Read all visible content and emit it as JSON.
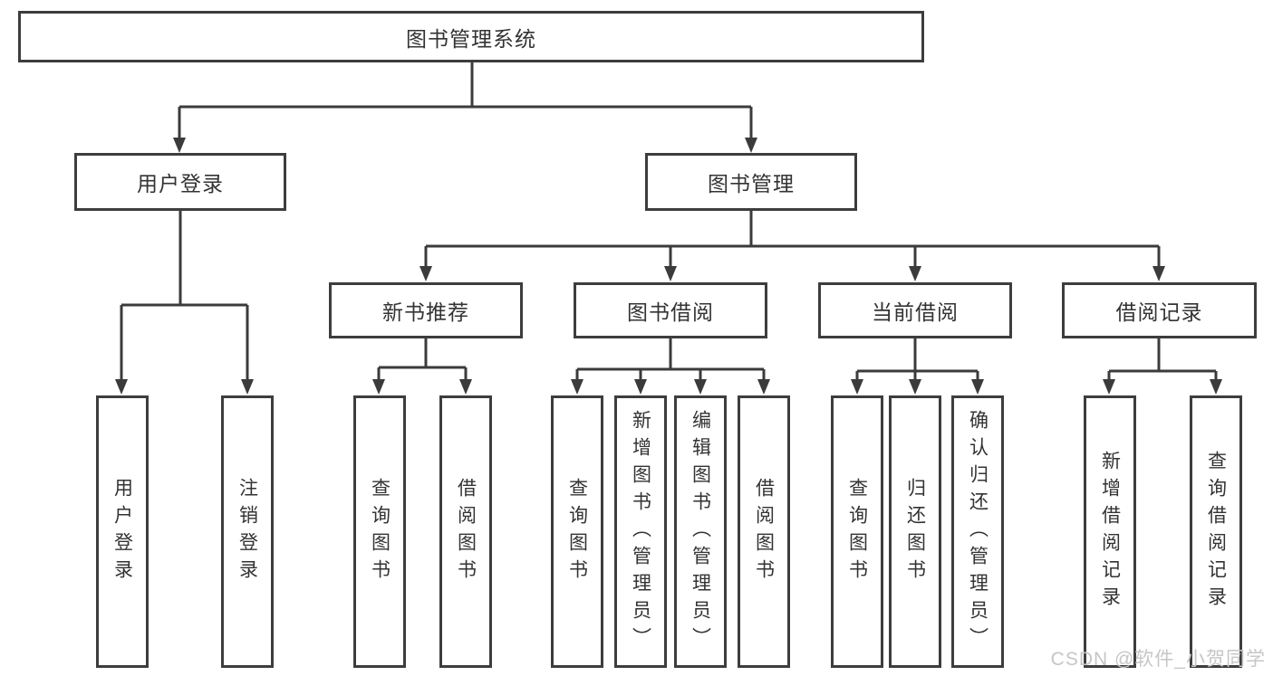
{
  "colors": {
    "line": "#3b3b3b",
    "box-border": "#3d3d3d",
    "text": "#333333",
    "watermark": "#c6c6c6",
    "bg": "#ffffff"
  },
  "watermark": {
    "text": "CSDN @软件_小贺同学"
  },
  "tree": {
    "root": {
      "label": "图书管理系统",
      "children": [
        {
          "label": "用户登录",
          "children": [
            {
              "label": "用户登录"
            },
            {
              "label": "注销登录"
            }
          ]
        },
        {
          "label": "图书管理",
          "children": [
            {
              "label": "新书推荐",
              "children": [
                {
                  "label": "查询图书"
                },
                {
                  "label": "借阅图书"
                }
              ]
            },
            {
              "label": "图书借阅",
              "children": [
                {
                  "label": "查询图书"
                },
                {
                  "label": "新增图书（管理员）"
                },
                {
                  "label": "编辑图书（管理员）"
                },
                {
                  "label": "借阅图书"
                }
              ]
            },
            {
              "label": "当前借阅",
              "children": [
                {
                  "label": "查询图书"
                },
                {
                  "label": "归还图书"
                },
                {
                  "label": "确认归还（管理员）"
                }
              ]
            },
            {
              "label": "借阅记录",
              "children": [
                {
                  "label": "新增借阅记录"
                },
                {
                  "label": "查询借阅记录"
                }
              ]
            }
          ]
        }
      ]
    }
  }
}
